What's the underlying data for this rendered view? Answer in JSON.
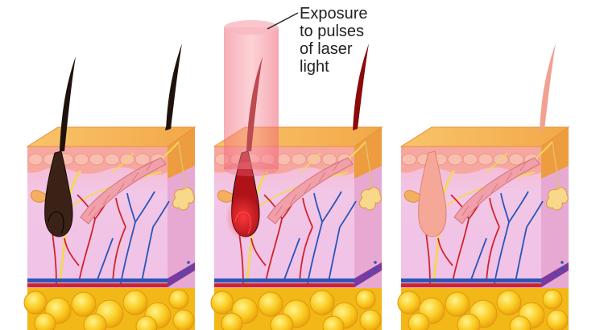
{
  "callout": {
    "lines": [
      "Exposure",
      "to pulses",
      "of laser",
      "light"
    ]
  },
  "panels": [
    {
      "hair_state": "dark-hair",
      "hair_color": "#1f120c",
      "laser": false
    },
    {
      "hair_state": "laser-heated-hair",
      "hair_color": "#8a0a0a",
      "laser": true
    },
    {
      "hair_state": "destroyed-follicle",
      "hair_color": "#f2a090",
      "laser": false
    }
  ],
  "colors": {
    "epidermis_top": "#f6b458",
    "epidermis_side": "#ee9c40",
    "dermis_front": "#f2c6e6",
    "dermis_side": "#e7a9d2",
    "fat": "#f7c21a",
    "artery": "#d2232a",
    "vein": "#2b55b8",
    "nerve": "#f3d75a",
    "laser_beam": "#f06b7a"
  }
}
